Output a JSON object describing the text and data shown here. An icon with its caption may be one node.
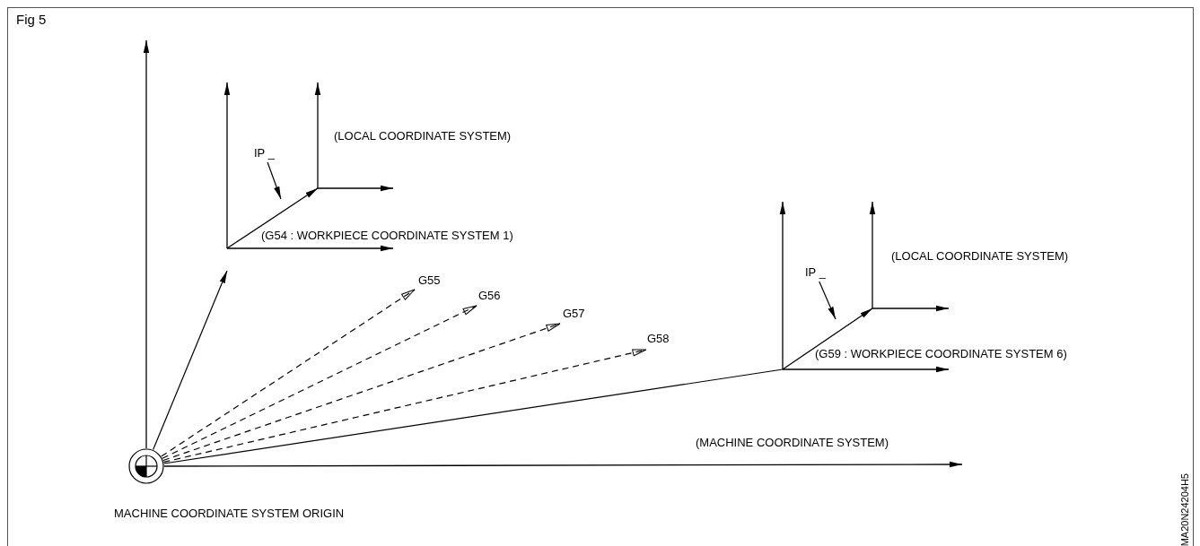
{
  "diagram": {
    "title": "Fig 5",
    "nodes": [
      {
        "text": [],
        "shape": "circle",
        "beside": [
          "MACHINE COORDINATE SYSTEM ORIGIN"
        ]
      },
      {
        "text": [
          "IP _"
        ]
      },
      {
        "text": [
          "IP _"
        ]
      }
    ],
    "edges": [
      {
        "from": 0,
        "to": null,
        "arrow": "to"
      },
      {
        "from": 0,
        "to": null,
        "arrow": "to",
        "style": "dashed",
        "label": "G55"
      },
      {
        "from": 0,
        "to": null,
        "arrow": "to",
        "style": "dashed",
        "label": "G56"
      },
      {
        "from": 0,
        "to": null,
        "arrow": "to",
        "style": "dashed",
        "label": "G57"
      },
      {
        "from": 0,
        "to": null,
        "arrow": "to",
        "style": "dashed",
        "label": "G58"
      },
      {
        "from": 0,
        "to": null,
        "arrow": "none"
      },
      {
        "from": 1,
        "to": null,
        "arrow": "to"
      },
      {
        "from": 2,
        "to": null,
        "arrow": "to"
      }
    ],
    "labels": [
      "(LOCAL COORDINATE SYSTEM)",
      "(G54 : WORKPIECE COORDINATE SYSTEM 1)",
      "(LOCAL COORDINATE SYSTEM)",
      "(G59 : WORKPIECE COORDINATE SYSTEM 6)",
      "(MACHINE COORDINATE SYSTEM)",
      "MA20N24204H5"
    ]
  }
}
